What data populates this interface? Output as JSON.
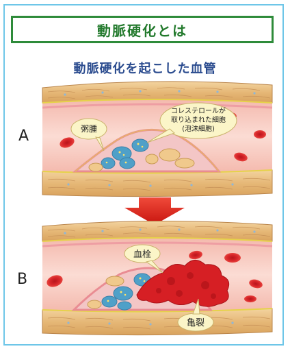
{
  "title": "動脈硬化とは",
  "subtitle": "動脈硬化を起こした血管",
  "panel_a": {
    "label": "A",
    "callout_plaque": "粥腫",
    "callout_foam_line1": "コレステロールが",
    "callout_foam_line2": "取り込まれた細胞",
    "callout_foam_line3": "(泡沫細胞)"
  },
  "panel_b": {
    "label": "B",
    "callout_thrombus": "血栓",
    "callout_rupture": "亀裂"
  },
  "colors": {
    "frame": "#6ec6e8",
    "title_border": "#2e8b3a",
    "title_text": "#237a2d",
    "subtitle_text": "#2b4c8f",
    "arrow": "#e2231a",
    "red_blood_cell": "#d8262a",
    "vessel_wall": "#e8c184",
    "vessel_lumen": "#f7c9c0",
    "intima": "#f2b8b8"
  }
}
